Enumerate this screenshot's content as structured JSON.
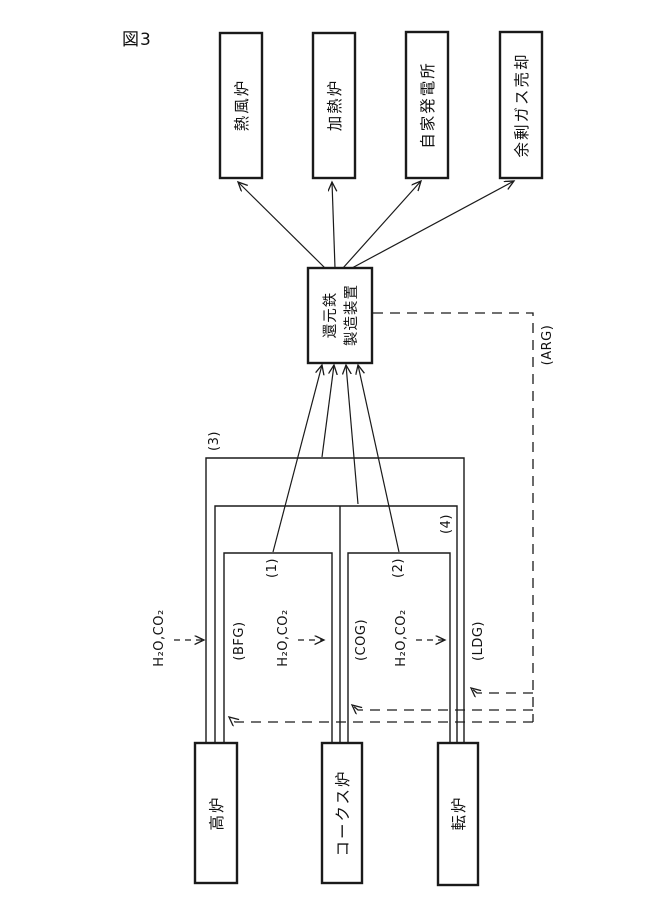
{
  "figure": {
    "label": "図3"
  },
  "top_boxes": [
    {
      "id": "hot-blast-stove",
      "label": "熱風炉"
    },
    {
      "id": "heating-furnace",
      "label": "加熱炉"
    },
    {
      "id": "captive-power-plant",
      "label": "自家発電所"
    },
    {
      "id": "surplus-gas-sale",
      "label": "余剰ガス売却"
    }
  ],
  "device": {
    "line1": "還元鉄",
    "line2": "製造装置"
  },
  "bottom_boxes": [
    {
      "id": "blast-furnace",
      "label": "高炉"
    },
    {
      "id": "coke-oven",
      "label": "コークス炉"
    },
    {
      "id": "converter",
      "label": "転炉"
    }
  ],
  "line_labels": {
    "bfg": "(BFG)",
    "cog": "(COG)",
    "ldg": "(LDG)",
    "arg": "(ARG)",
    "n1": "(1)",
    "n2": "(2)",
    "n3": "(3)",
    "n4": "(4)",
    "h2o_co2": "H₂O,CO₂"
  },
  "colors": {
    "line": "#1a1a1a",
    "background": "#ffffff"
  }
}
